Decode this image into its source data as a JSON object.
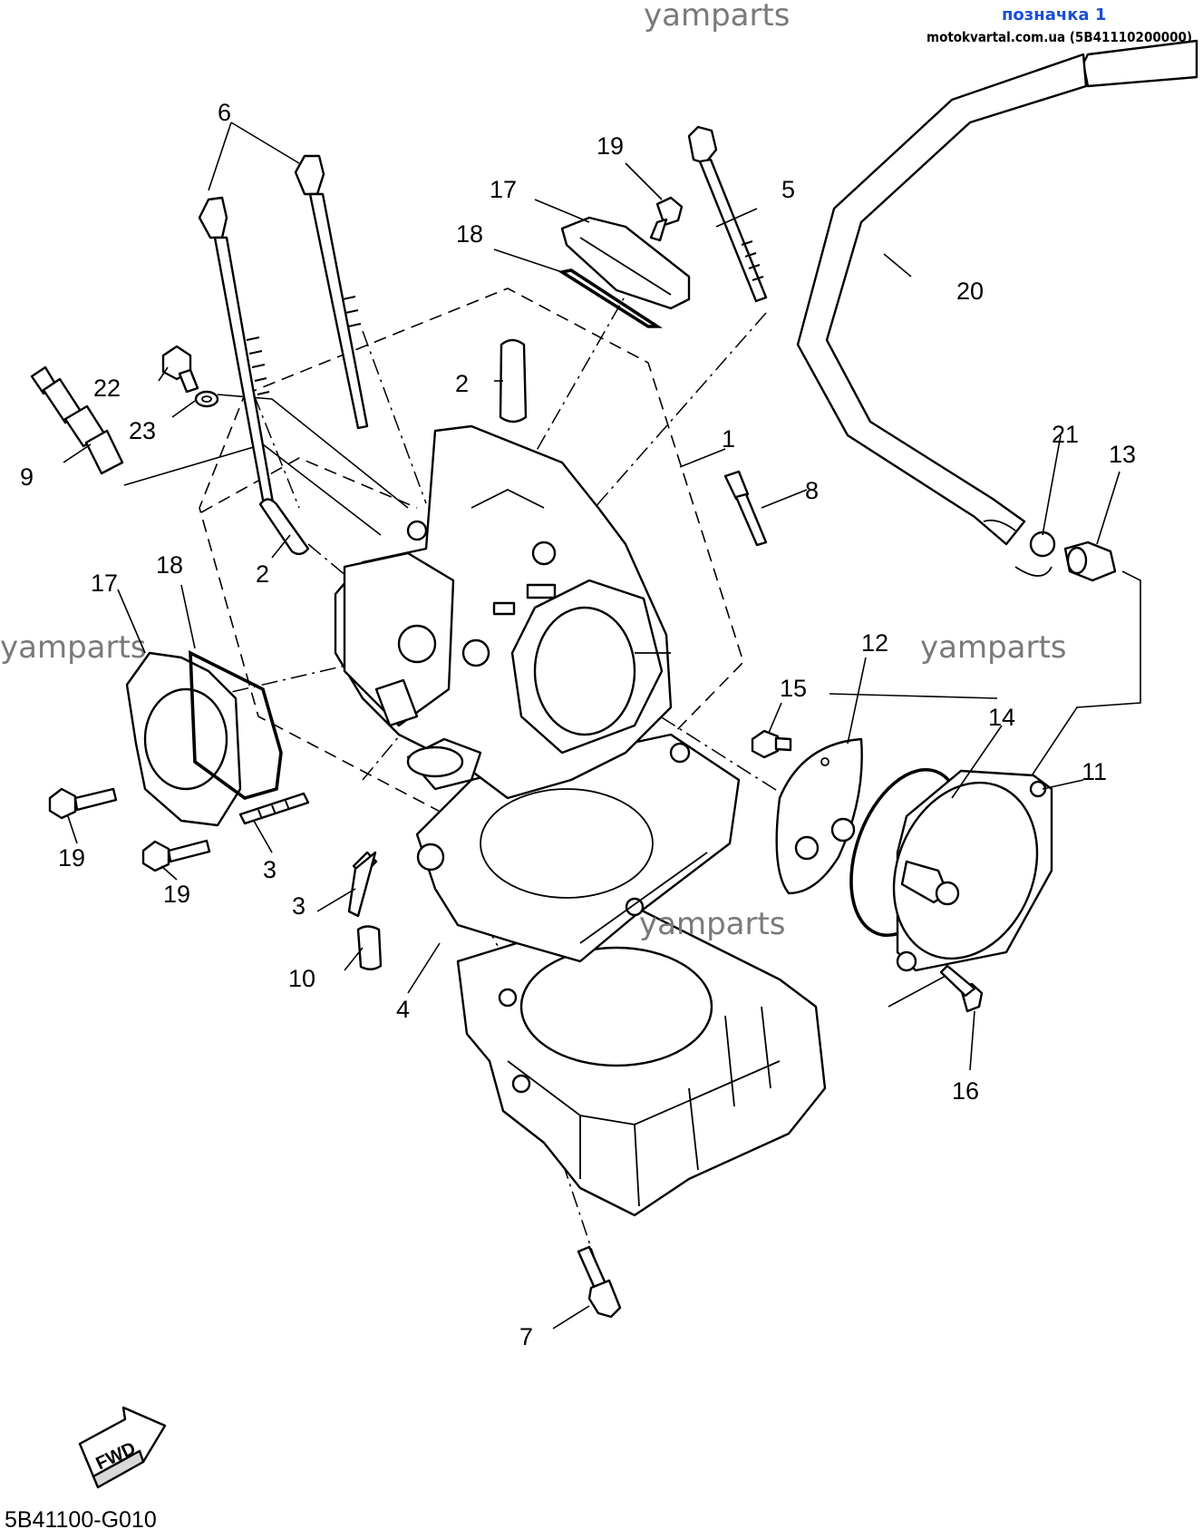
{
  "header": {
    "watermark_top": "yamparts",
    "bookmark_label": "позначка 1",
    "source_label": "motokvartal.com.ua (5B41110200000)"
  },
  "watermarks": [
    "yamparts",
    "yamparts",
    "yamparts"
  ],
  "callouts": {
    "c1": "1",
    "c2a": "2",
    "c2b": "2",
    "c3a": "3",
    "c3b": "3",
    "c4": "4",
    "c5": "5",
    "c6": "6",
    "c7": "7",
    "c8": "8",
    "c9": "9",
    "c10": "10",
    "c11": "11",
    "c12": "12",
    "c13": "13",
    "c14": "14",
    "c15": "15",
    "c16": "16",
    "c17a": "17",
    "c17b": "17",
    "c18a": "18",
    "c18b": "18",
    "c19a": "19",
    "c19b": "19",
    "c19c": "19",
    "c20": "20",
    "c21": "21",
    "c22": "22",
    "c23": "23"
  },
  "fwd_label": "FWD",
  "diagram_code": "5B41100-G010",
  "icons": {
    "direction": "fwd-arrow-icon"
  }
}
